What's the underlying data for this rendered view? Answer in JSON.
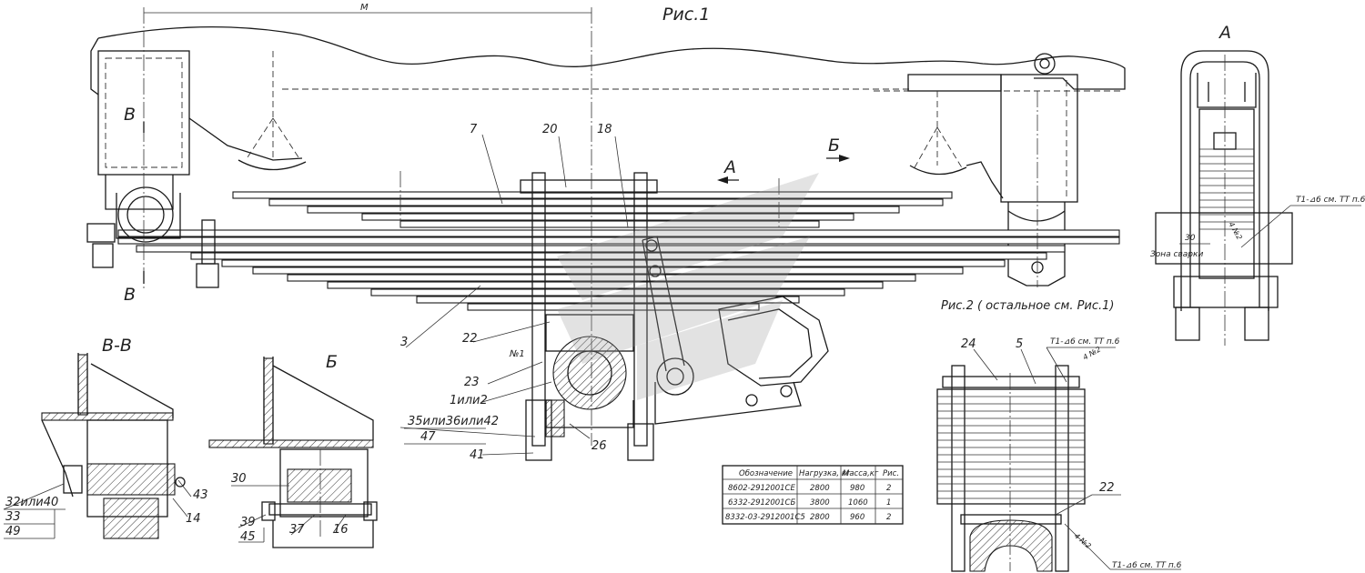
{
  "titles": {
    "fig1": "Рис.1",
    "fig2": "Рис.2 ( остальное см. Рис.1)",
    "view_a": "А",
    "view_b": "Б",
    "section_vv": "В-В",
    "section_mark": "В",
    "dim_m": "М"
  },
  "callouts": {
    "c7": "7",
    "c20": "20",
    "c18": "18",
    "c3": "3",
    "c22": "22",
    "c23": "23",
    "c1or2": "1или2",
    "c35": "35или36или42",
    "c47": "47",
    "c41": "41",
    "c26": "26",
    "n1": "№1",
    "c24": "24",
    "c5": "5",
    "c22b": "22",
    "c32": "32или40",
    "c33": "33",
    "c49": "49",
    "c43": "43",
    "c14": "14",
    "c30": "30",
    "c39": "39",
    "c45": "45",
    "c37": "37",
    "c16": "16"
  },
  "notes": {
    "weld_a": "Т1-⊿6 см. ТТ п.6",
    "weld_fig2_top": "Т1-⊿6 см. ТТ п.6",
    "weld_fig2_bottom": "Т1-⊿6 см. ТТ п.6",
    "weld_n2_a": "4 №2",
    "weld_n2_top": "4 №2",
    "weld_n2_bottom": "4 №2",
    "zone": "Зона сварки",
    "dim30": "30"
  },
  "table": {
    "headers": [
      "Обозначение",
      "Нагрузка, кг",
      "Масса,кг",
      "Рис."
    ],
    "rows": [
      [
        "8602-2912001СЕ",
        "2800",
        "980",
        "2"
      ],
      [
        "6332-2912001СБ",
        "3800",
        "1060",
        "1"
      ],
      [
        "8332-03-2912001С5",
        "2800",
        "960",
        "2"
      ]
    ]
  }
}
